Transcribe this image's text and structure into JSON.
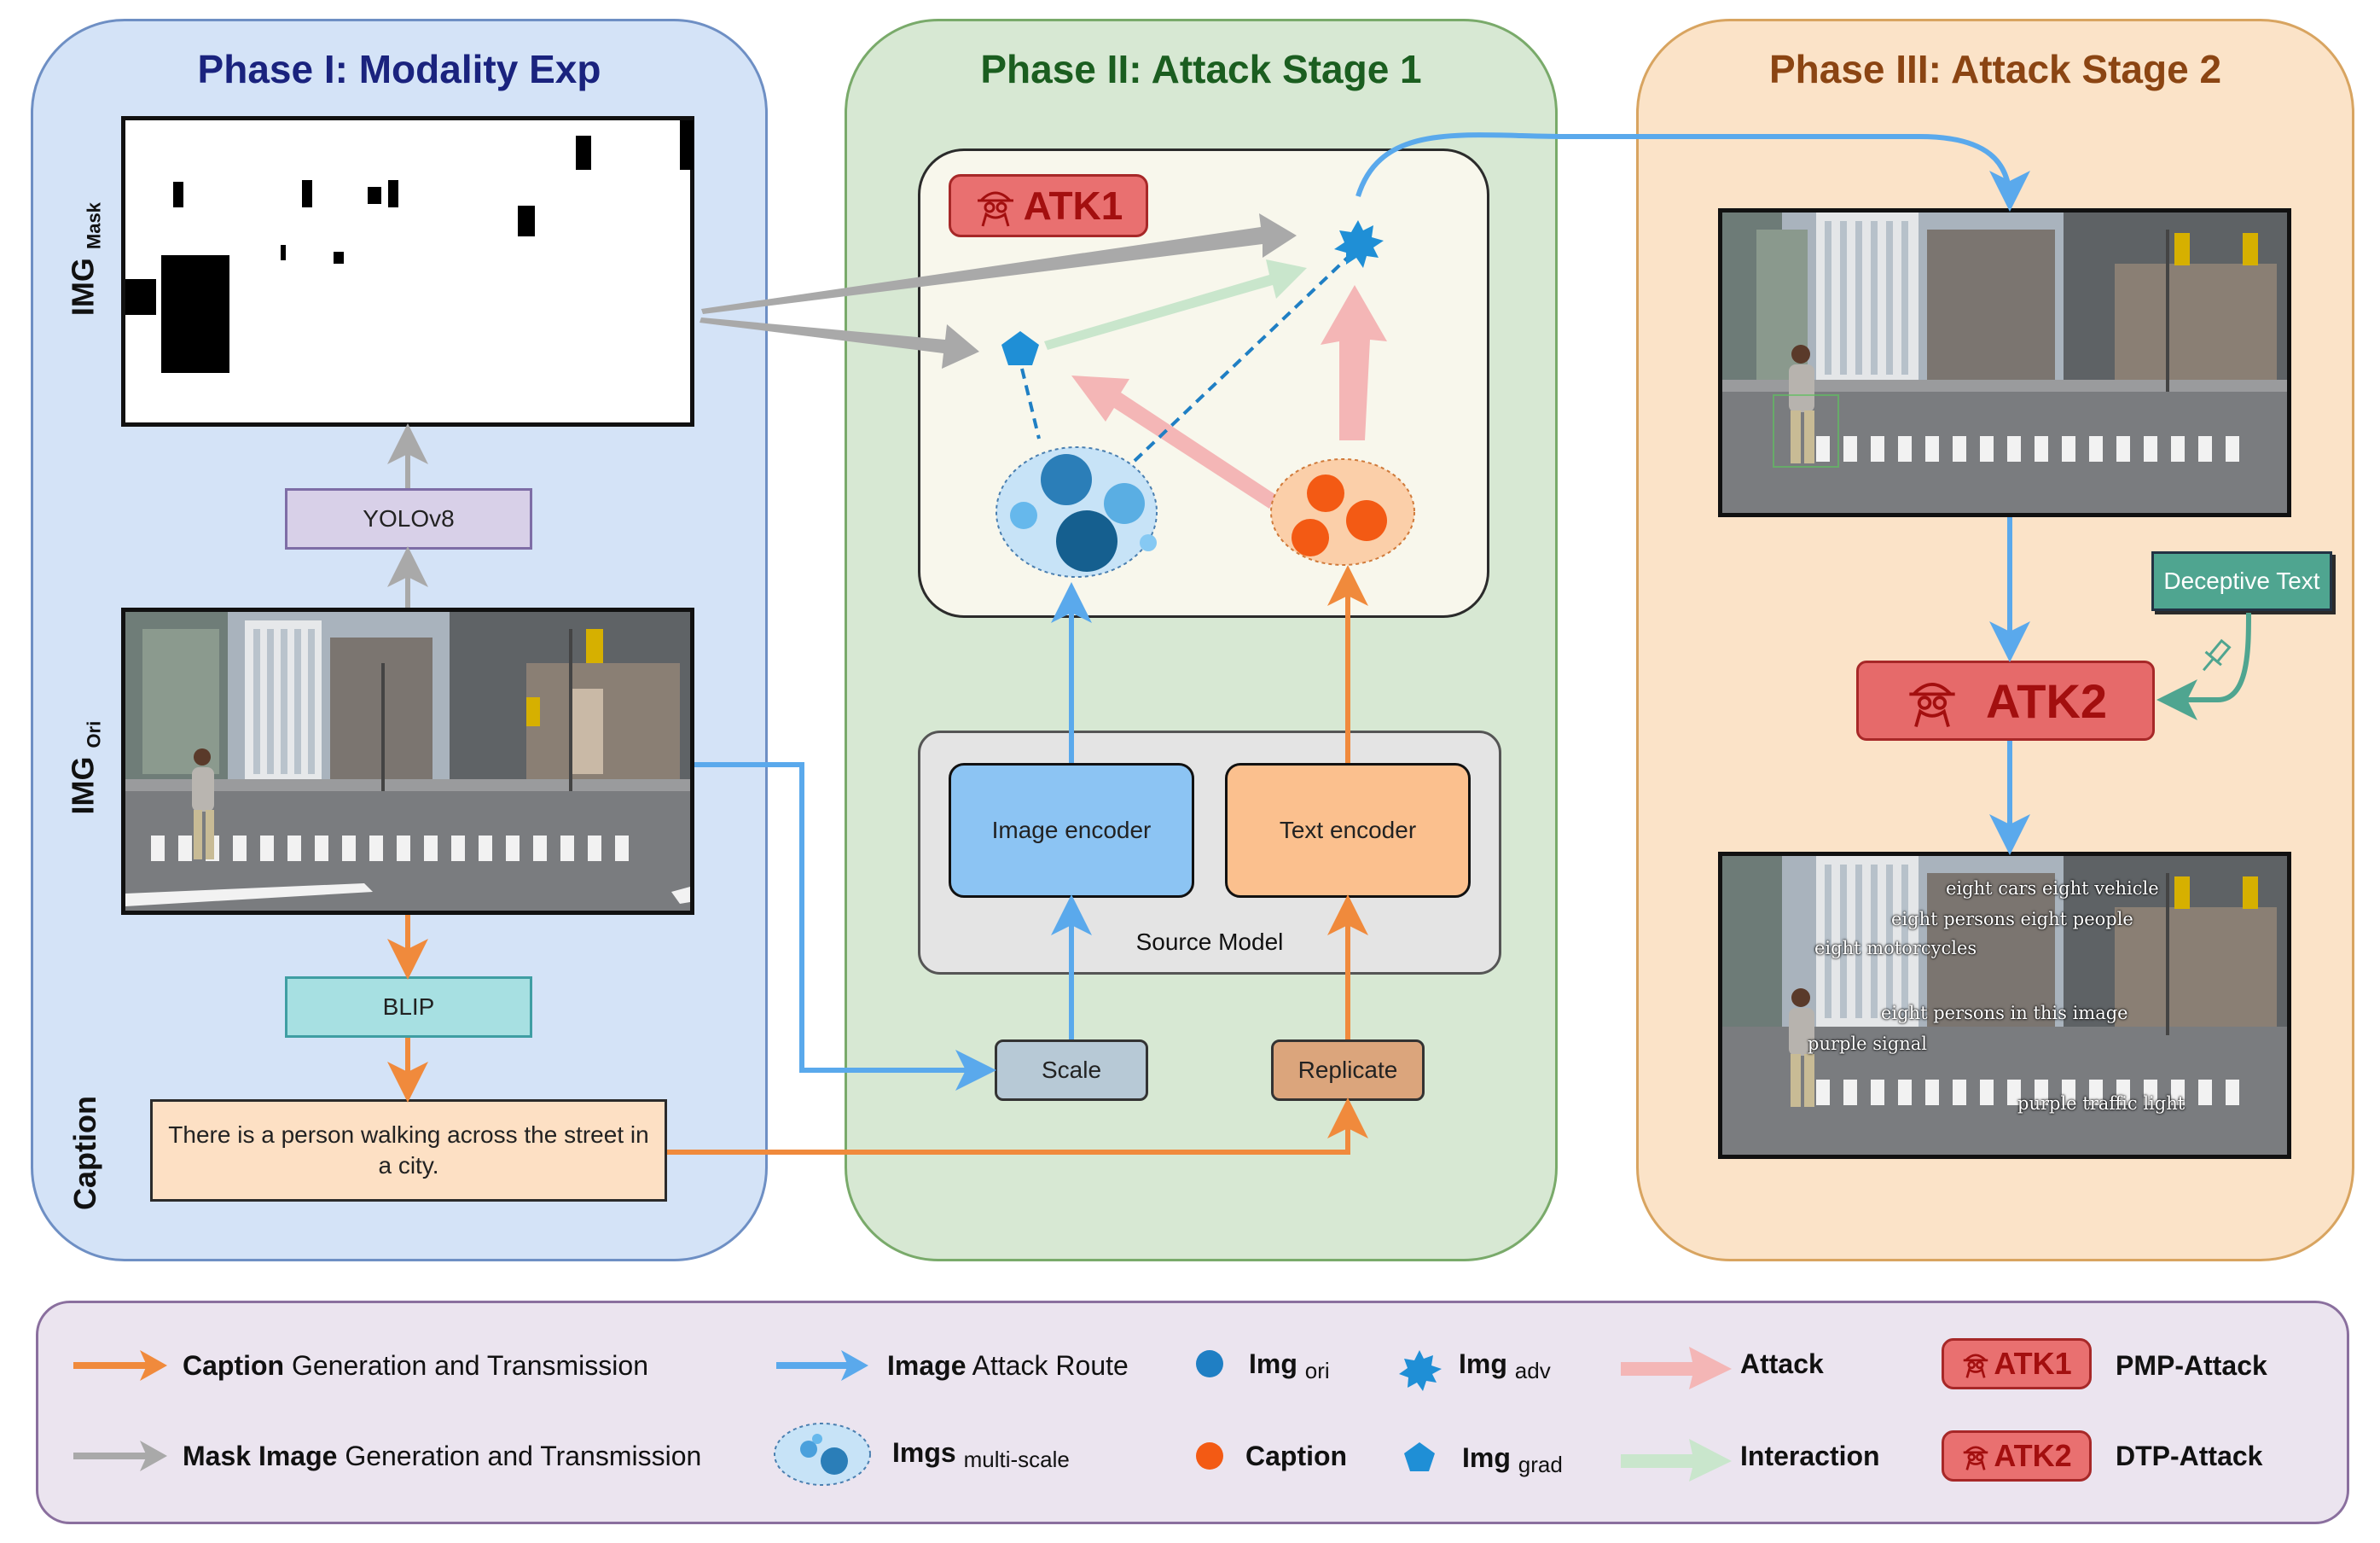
{
  "phases": {
    "phase1": {
      "title": "Phase I: Modality Exp",
      "color": "#1a237e"
    },
    "phase2": {
      "title": "Phase II: Attack Stage 1",
      "color": "#1b5e20"
    },
    "phase3": {
      "title": "Phase III: Attack Stage 2",
      "color": "#8b4513"
    }
  },
  "phase1": {
    "img_mask_label": "IMG",
    "img_mask_sub": "Mask",
    "img_ori_label": "IMG",
    "img_ori_sub": "Ori",
    "caption_label": "Caption",
    "yolo": "YOLOv8",
    "blip": "BLIP",
    "caption_text": "There is a person walking across the street in a city."
  },
  "phase2": {
    "atk1": "ATK1",
    "image_encoder": "Image encoder",
    "text_encoder": "Text encoder",
    "source_model": "Source Model",
    "scale": "Scale",
    "replicate": "Replicate"
  },
  "phase3": {
    "deceptive_text": "Deceptive Text",
    "atk2": "ATK2",
    "overlays": [
      "eight cars eight vehicle",
      "eight persons eight people",
      "eight motorcycles",
      "eight persons in this image",
      "purple signal",
      "purple traffic light"
    ]
  },
  "legend": {
    "caption_route_bold": "Caption",
    "caption_route_rest": " Generation and Transmission",
    "mask_route_bold": "Mask Image",
    "mask_route_rest": " Generation and Transmission",
    "image_route_bold": "Image",
    "image_route_rest": " Attack Route",
    "imgs_label": "Imgs",
    "imgs_sub": "multi-scale",
    "img_ori_label": "Img",
    "img_ori_sub": "ori",
    "caption_dot_label": "Caption",
    "img_adv_label": "Img",
    "img_adv_sub": "adv",
    "img_grad_label": "Img",
    "img_grad_sub": "grad",
    "attack": "Attack",
    "interaction": "Interaction",
    "atk1": "ATK1",
    "atk1_desc": "PMP-Attack",
    "atk2": "ATK2",
    "atk2_desc": "DTP-Attack"
  },
  "colors": {
    "orange_route": "#f08a3c",
    "blue_route": "#5aa9ec",
    "gray_route": "#a9a9a9",
    "attack_pink": "#f4b6b6",
    "interaction_green": "#c9e6cc",
    "dot_blue": "#1f7fc4",
    "dot_orange": "#f35a14"
  }
}
